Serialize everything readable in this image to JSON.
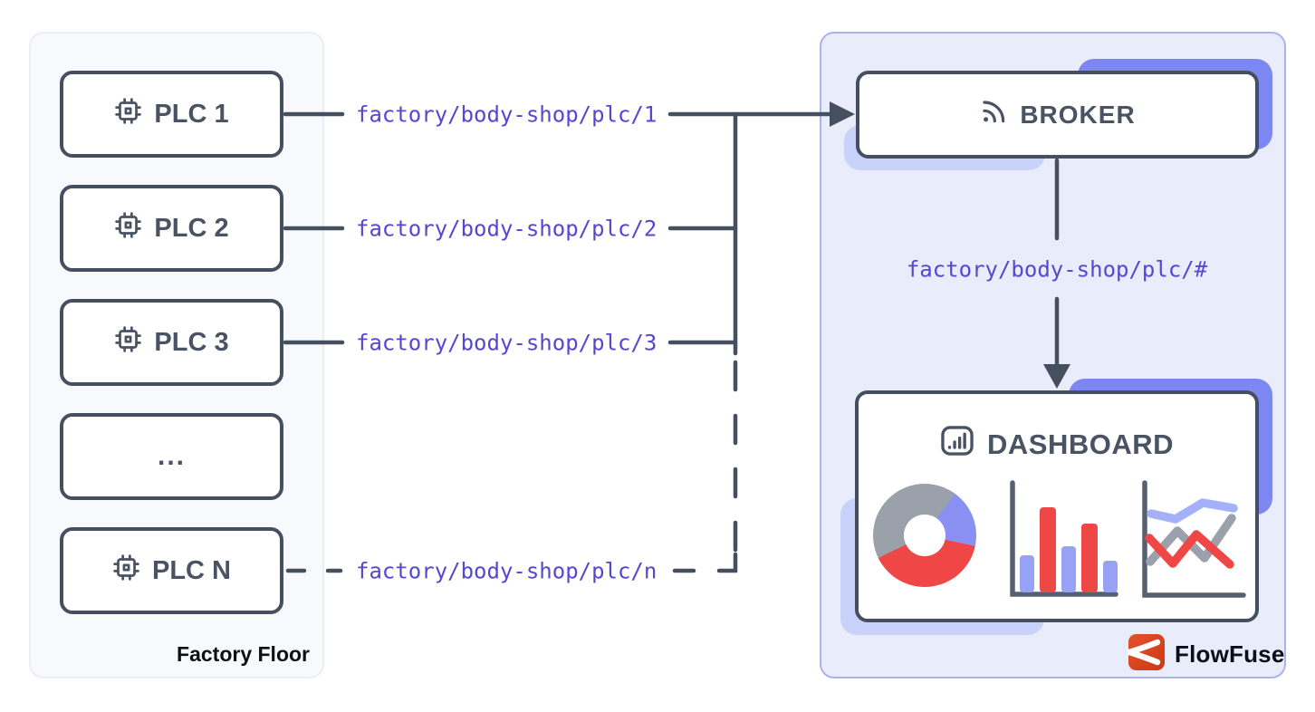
{
  "diagram": {
    "factory_panel": {
      "title": "Factory Floor",
      "plcs": [
        {
          "label": "PLC 1",
          "icon": "cpu-icon"
        },
        {
          "label": "PLC 2",
          "icon": "cpu-icon"
        },
        {
          "label": "PLC 3",
          "icon": "cpu-icon"
        },
        {
          "label": "...",
          "icon": null
        },
        {
          "label": "PLC N",
          "icon": "cpu-icon"
        }
      ]
    },
    "topics": {
      "plc1": "factory/body-shop/plc/1",
      "plc2": "factory/body-shop/plc/2",
      "plc3": "factory/body-shop/plc/3",
      "plcn": "factory/body-shop/plc/n",
      "wildcard": "factory/body-shop/plc/#"
    },
    "cloud_panel": {
      "broker_label": "BROKER",
      "broker_icon": "rss-icon",
      "dashboard_label": "DASHBOARD",
      "dashboard_icon": "bar-chart-icon",
      "brand": "FlowFuse",
      "brand_icon": "flowfuse-logo-icon"
    },
    "colors": {
      "connector": "#454f60",
      "box_border": "#454f60",
      "box_text": "#4a5363",
      "topic_text": "#5447d2",
      "factory_panel_bg": "#f8f9fc",
      "cloud_panel_bg": "#e9ecfb",
      "cloud_panel_border": "#a9b3ec",
      "accent_purple": "#7d87f1",
      "accent_lavender": "#c9d2fa",
      "chart_red": "#ee4746",
      "chart_gray": "#9aa1ab",
      "chart_periwinkle": "#97a1f6",
      "chart_line_periwinkle": "#a4b0f7",
      "brand_red": "#d6431f"
    }
  }
}
